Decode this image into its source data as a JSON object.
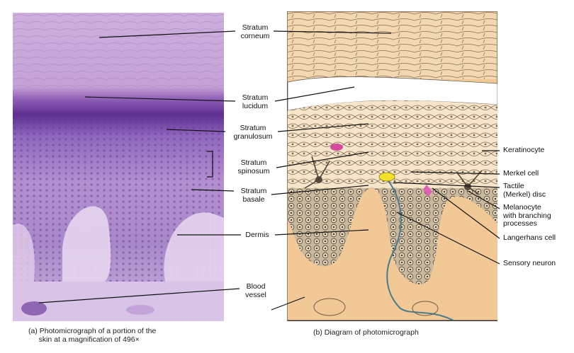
{
  "center_labels": [
    {
      "id": "stratum-corneum",
      "text": "Stratum\ncorneum"
    },
    {
      "id": "stratum-lucidum",
      "text": "Stratum\nlucidum"
    },
    {
      "id": "stratum-granulosum",
      "text": "Stratum\ngranulosum"
    },
    {
      "id": "stratum-spinosum",
      "text": "Stratum\nspinosum"
    },
    {
      "id": "stratum-basale",
      "text": "Stratum\nbasale"
    },
    {
      "id": "dermis",
      "text": "Dermis"
    },
    {
      "id": "blood-vessel",
      "text": "Blood\nvessel"
    }
  ],
  "right_labels": [
    {
      "id": "keratinocyte",
      "text": "Keratinocyte"
    },
    {
      "id": "merkel-cell",
      "text": "Merkel cell"
    },
    {
      "id": "tactile-disc",
      "text": "Tactile\n(Merkel) disc"
    },
    {
      "id": "melanocyte",
      "text": "Melanocyte\nwith branching\nprocesses"
    },
    {
      "id": "langerhans-cell",
      "text": "Langerhans cell"
    },
    {
      "id": "sensory-neuron",
      "text": "Sensory neuron"
    }
  ],
  "captions": {
    "a": "(a) Photomicrograph of a portion of the\n     skin at a magnification of 496×",
    "b": "(b) Diagram of photomicrograph"
  },
  "colors": {
    "micro_top": "#c9a7d8",
    "micro_dark": "#6a3c9c",
    "micro_mid": "#a37cc6",
    "dermis_tan": "#f2c79a",
    "cell_fill": "#f5e3c6",
    "cell_line": "#6b5a45",
    "lucidum": "#ffffff",
    "merkel": "#f2e02b",
    "langerhans": "#e05fb4",
    "keratinocyte_mark": "#d54aa3",
    "neuron": "#4a7b8c"
  }
}
